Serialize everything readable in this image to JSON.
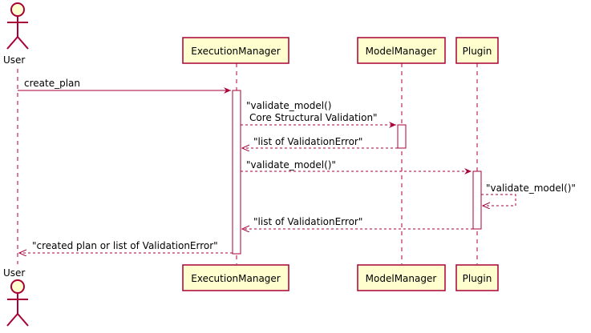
{
  "participants": {
    "user": "User",
    "execution_manager": "ExecutionManager",
    "model_manager": "ModelManager",
    "plugin": "Plugin"
  },
  "messages": {
    "m1": "create_plan",
    "m2_line1": "\"validate_model()",
    "m2_line2": "Core Structural Validation\"",
    "m3": "\"list of ValidationError\"",
    "m4": "\"validate_model()\"",
    "m5": "\"validate_model()\"",
    "m6": "\"list of ValidationError\"",
    "m7": "\"created plan or list of ValidationError\""
  },
  "colors": {
    "box_fill": "#FEFECE",
    "border": "#A80036",
    "lifeline": "#A80036",
    "activation_fill": "#FFFFFF"
  }
}
